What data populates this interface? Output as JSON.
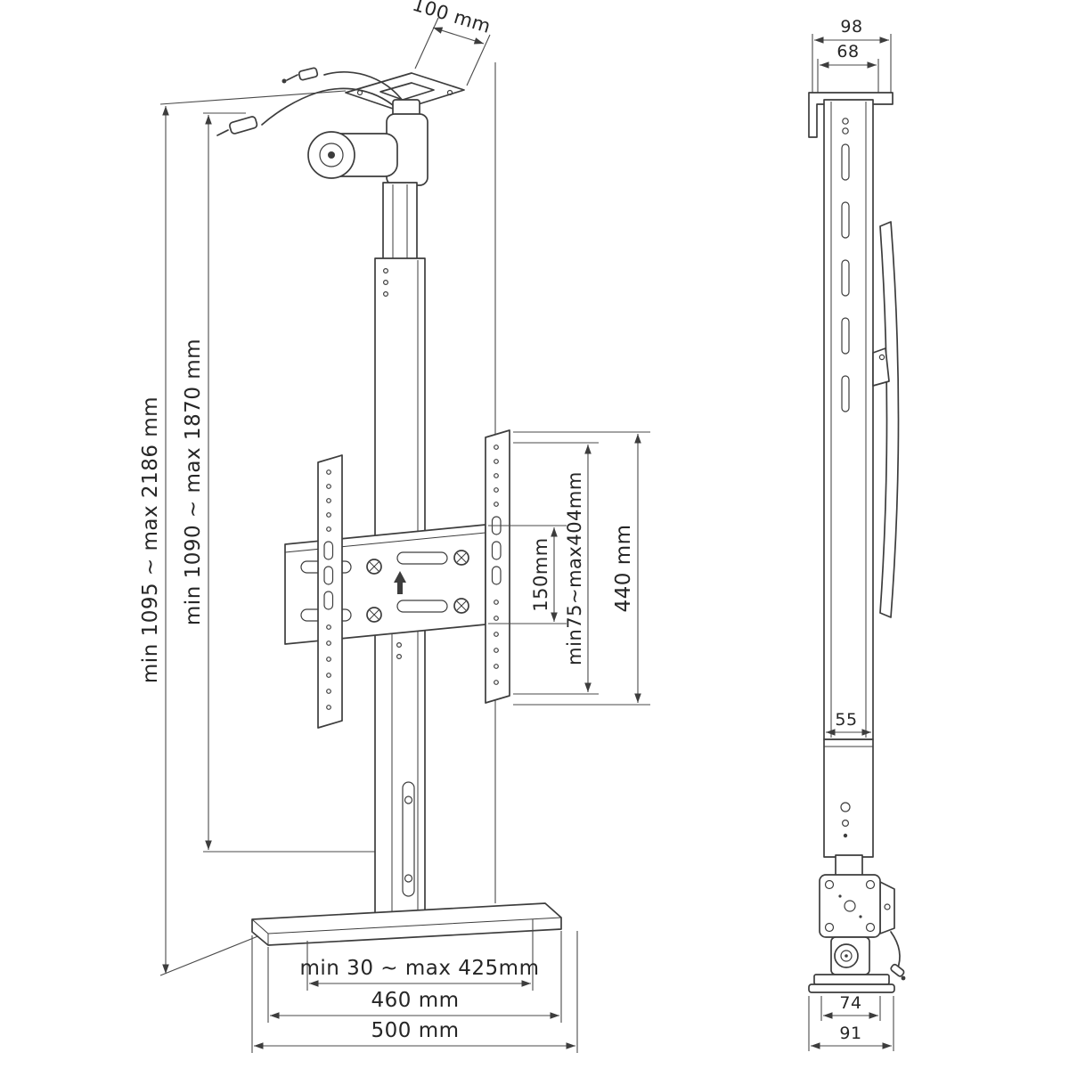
{
  "front_view": {
    "dim_depth_top": "100 mm",
    "dim_height_total": "min 1095 ~ max 2186 mm",
    "dim_height_lift": "min 1090 ~ max 1870 mm",
    "dim_vesa_offset": "150mm",
    "dim_bracket_travel": "min75~max404mm",
    "dim_bracket_height": "440 mm",
    "dim_base_clearance": "min 30 ~ max 425mm",
    "dim_base_width": "460 mm",
    "dim_base_total": "500 mm"
  },
  "side_view": {
    "dim_top_outer": "98",
    "dim_top_inner": "68",
    "dim_column_depth": "55",
    "dim_base_inner": "74",
    "dim_base_outer": "91"
  }
}
